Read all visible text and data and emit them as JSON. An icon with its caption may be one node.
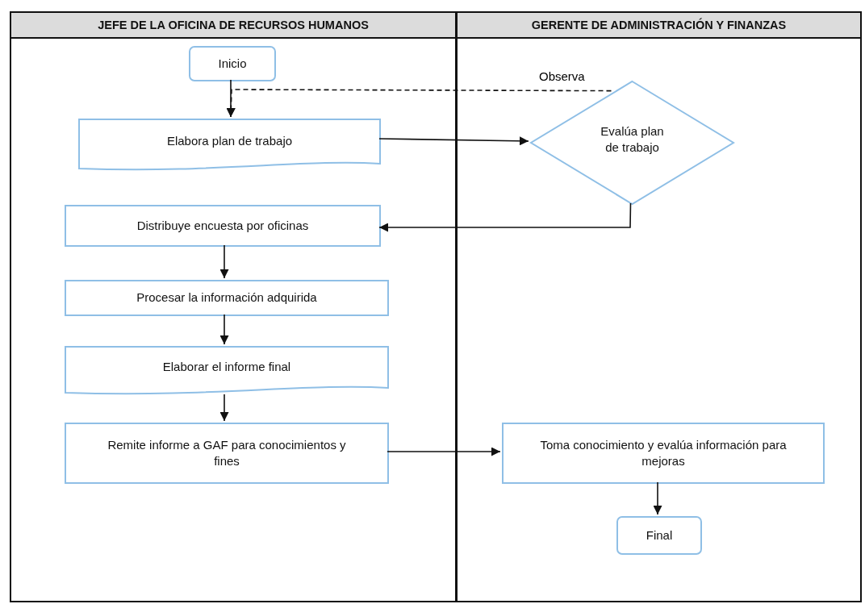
{
  "diagram": {
    "nodes": [
      {
        "text": [
          "JEFE DE LA OFICINA DE RECURSOS HUMANOS"
        ]
      },
      {
        "text": [
          "GERENTE DE ADMINISTRACIÓN Y FINANZAS"
        ]
      },
      {
        "text": [
          "Inicio"
        ],
        "in": 0
      },
      {
        "text": [
          "Elabora plan de trabajo"
        ],
        "in": 0
      },
      {
        "text": [
          "Evalúa plan de trabajo"
        ],
        "in": 1
      },
      {
        "text": [
          "Distribuye encuesta por oficinas"
        ],
        "in": 0
      },
      {
        "text": [
          "Procesar la información adquirida"
        ],
        "in": 0
      },
      {
        "text": [
          "Elaborar el informe final"
        ],
        "in": 0
      },
      {
        "text": [
          "Remite informe a GAF para conocimientos y fines"
        ],
        "in": 0
      },
      {
        "text": [
          "Toma conocimiento y evalúa información para mejoras"
        ],
        "in": 1
      },
      {
        "text": [
          "Final"
        ],
        "in": 1
      }
    ],
    "edges": [
      {
        "from": 2,
        "to": 3,
        "arrow": "to"
      },
      {
        "from": 4,
        "to": 3,
        "arrow": "to",
        "label": "Observa",
        "style": "dashed"
      },
      {
        "from": 3,
        "to": 4,
        "arrow": "to"
      },
      {
        "from": 4,
        "to": 5,
        "arrow": "to"
      },
      {
        "from": 5,
        "to": 6,
        "arrow": "to"
      },
      {
        "from": 6,
        "to": 7,
        "arrow": "to"
      },
      {
        "from": 7,
        "to": 8,
        "arrow": "to"
      },
      {
        "from": 8,
        "to": 9,
        "arrow": "to"
      },
      {
        "from": 9,
        "to": 10,
        "arrow": "to"
      }
    ]
  }
}
